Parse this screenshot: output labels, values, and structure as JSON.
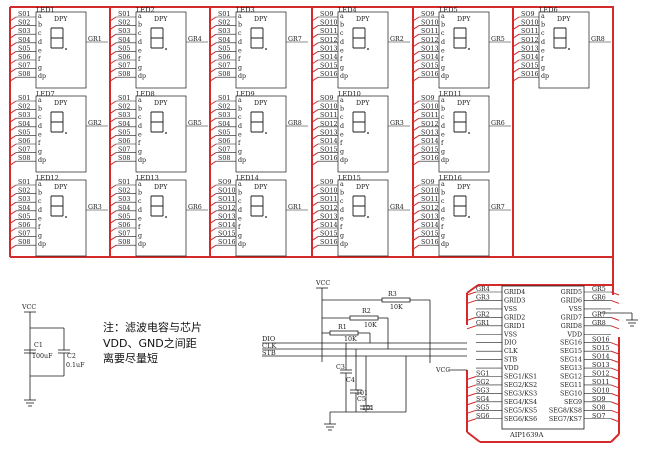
{
  "led_modules": [
    {
      "label": "LED1",
      "pins": [
        "S01",
        "S02",
        "S03",
        "S04",
        "S05",
        "S06",
        "S07",
        "S08"
      ],
      "grid": "GR1",
      "dp": "DPY"
    },
    {
      "label": "LED2",
      "pins": [
        "S01",
        "S02",
        "S03",
        "S04",
        "S05",
        "S06",
        "S07",
        "S08"
      ],
      "grid": "GR4",
      "dp": "DPY"
    },
    {
      "label": "LED3",
      "pins": [
        "S01",
        "S02",
        "S03",
        "S04",
        "S05",
        "S06",
        "S07",
        "S08"
      ],
      "grid": "GR7",
      "dp": "DPY"
    },
    {
      "label": "LED4",
      "pins": [
        "SO9",
        "SO10",
        "SO11",
        "SO12",
        "SO13",
        "SO14",
        "SO15",
        "SO16"
      ],
      "grid": "GR2",
      "dp": "DPY"
    },
    {
      "label": "LED5",
      "pins": [
        "SO9",
        "SO10",
        "SO11",
        "SO12",
        "SO13",
        "SO14",
        "SO15",
        "SO16"
      ],
      "grid": "GR5",
      "dp": "DPY"
    },
    {
      "label": "LED6",
      "pins": [
        "SO9",
        "SO10",
        "SO11",
        "SO12",
        "SO13",
        "SO14",
        "SO15",
        "SO16"
      ],
      "grid": "GR8",
      "dp": "DPY"
    },
    {
      "label": "LED7",
      "pins": [
        "S01",
        "S02",
        "S03",
        "S04",
        "S05",
        "S06",
        "S07",
        "S08"
      ],
      "grid": "GR2",
      "dp": "DPY"
    },
    {
      "label": "LED8",
      "pins": [
        "S01",
        "S02",
        "S03",
        "S04",
        "S05",
        "S06",
        "S07",
        "S08"
      ],
      "grid": "GR5",
      "dp": "DPY"
    },
    {
      "label": "LED9",
      "pins": [
        "S01",
        "S02",
        "S03",
        "S04",
        "S05",
        "S06",
        "S07",
        "S08"
      ],
      "grid": "GR8",
      "dp": "DPY"
    },
    {
      "label": "LED10",
      "pins": [
        "SO9",
        "SO10",
        "SO11",
        "SO12",
        "SO13",
        "SO14",
        "SO15",
        "SO16"
      ],
      "grid": "GR3",
      "dp": "DPY"
    },
    {
      "label": "LED11",
      "pins": [
        "SO9",
        "SO10",
        "SO11",
        "SO12",
        "SO13",
        "SO14",
        "SO15",
        "SO16"
      ],
      "grid": "GR6",
      "dp": "DPY"
    },
    {
      "label": "LED12",
      "pins": [
        "S01",
        "S02",
        "S03",
        "S04",
        "S05",
        "S06",
        "S07",
        "S08"
      ],
      "grid": "GR3",
      "dp": "DPY"
    },
    {
      "label": "LED13",
      "pins": [
        "S01",
        "S02",
        "S03",
        "S04",
        "S05",
        "S06",
        "S07",
        "S08"
      ],
      "grid": "GR6",
      "dp": "DPY"
    },
    {
      "label": "LED14",
      "pins": [
        "SO9",
        "SO10",
        "SO11",
        "SO12",
        "SO13",
        "SO14",
        "SO15",
        "SO16"
      ],
      "grid": "GR1",
      "dp": "DPY"
    },
    {
      "label": "LED15",
      "pins": [
        "SO9",
        "SO10",
        "SO11",
        "SO12",
        "SO13",
        "SO14",
        "SO15",
        "SO16"
      ],
      "grid": "GR4",
      "dp": "DPY"
    },
    {
      "label": "LED16",
      "pins": [
        "SO9",
        "SO10",
        "SO11",
        "SO12",
        "SO13",
        "SO14",
        "SO15",
        "SO16"
      ],
      "grid": "GR7",
      "dp": "DPY"
    }
  ],
  "seg_letters": [
    "a",
    "b",
    "c",
    "d",
    "e",
    "f",
    "g",
    "dp"
  ],
  "chip": {
    "name": "AIP1639A",
    "left_pins": [
      "GRID4",
      "GRID3",
      "VSS",
      "GRID2",
      "GRID1",
      "VSS",
      "DIO",
      "CLK",
      "STB",
      "VDD",
      "SEG1/KS1",
      "SEG2/KS2",
      "SEG3/KS3",
      "SEG4/KS4",
      "SEG5/KS5",
      "SEG6/KS6"
    ],
    "right_pins": [
      "GRID5",
      "GRID6",
      "VSS",
      "GRID7",
      "GRID8",
      "VDD",
      "SEG16",
      "SEG15",
      "SEG14",
      "SEG13",
      "SEG12",
      "SEG11",
      "SEG10",
      "SEG9",
      "SEG8/KS8",
      "SEG7/KS7"
    ],
    "left_nets": [
      "GR4",
      "GR3",
      "",
      "GR2",
      "GR1",
      "",
      "",
      "",
      "",
      "",
      "SG1",
      "SG2",
      "SG3",
      "SG4",
      "SG5",
      "SG6"
    ],
    "right_nets": [
      "GR5",
      "GR6",
      "",
      "GR7",
      "GR8",
      "",
      "SO16",
      "SO15",
      "SO14",
      "SO13",
      "SO12",
      "SO11",
      "SO10",
      "SO9",
      "SO8",
      "SO7"
    ]
  },
  "resistors": {
    "r1": "R1",
    "r1_val": "10K",
    "r2": "R2",
    "r2_val": "10K",
    "r3": "R3",
    "r3_val": "10K"
  },
  "caps": {
    "c3": "C3",
    "c4": "C4",
    "c5": "C5",
    "c4_val": "101",
    "c5_val": "101",
    "c3_val": "101"
  },
  "signals": {
    "dio": "DIO",
    "clk": "CLK",
    "stb": "STB",
    "vcc_right": "VCC",
    "vcc_top": "VCC",
    "vcc_left": "VCC"
  },
  "power_filter": {
    "c1": "C1",
    "c1_val": "100uF",
    "c2": "C2",
    "c2_val": "0.1uF"
  },
  "note": {
    "line1": "注：滤波电容与芯片",
    "line2": "VDD、GND之间距",
    "line3": "离要尽量短"
  }
}
